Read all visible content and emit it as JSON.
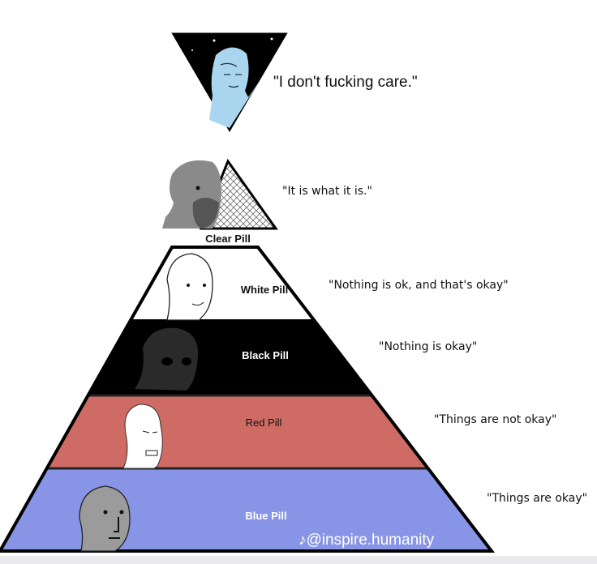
{
  "tiers": [
    {
      "id": "top",
      "label": "",
      "quote": "\"I don't fucking care.\""
    },
    {
      "id": "clear",
      "label": "Clear Pill",
      "quote": "\"It is what it is.\""
    },
    {
      "id": "white",
      "label": "White Pill",
      "quote": "\"Nothing is ok, and that's okay\"",
      "color": "#ffffff"
    },
    {
      "id": "black",
      "label": "Black Pill",
      "quote": "\"Nothing is okay\"",
      "color": "#000000"
    },
    {
      "id": "red",
      "label": "Red Pill",
      "quote": "\"Things are not okay\"",
      "color": "#cf6b65"
    },
    {
      "id": "blue",
      "label": "Blue Pill",
      "quote": "\"Things are okay\"",
      "color": "#8895e6"
    }
  ],
  "watermark": {
    "icon": "tiktok-icon",
    "text": "@inspire.humanity"
  }
}
